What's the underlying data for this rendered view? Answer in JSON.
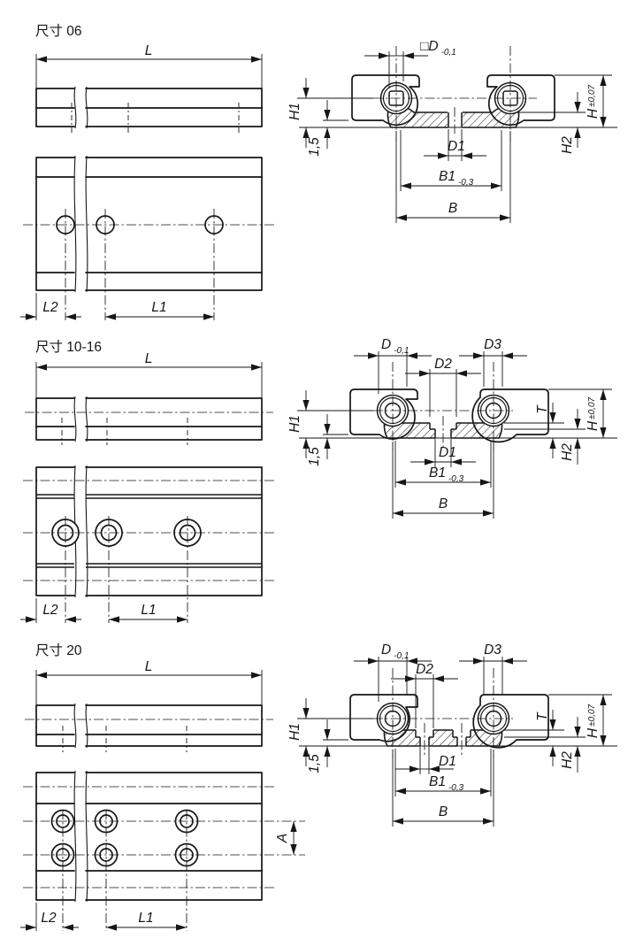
{
  "drawing": {
    "sections": [
      {
        "label": "尺寸 06",
        "dims": {
          "l": "L",
          "l1": "L1",
          "l2": "L2",
          "d": "□D",
          "d_tol": "-0,1",
          "h1": "H1",
          "gap": "1,5",
          "h": "H",
          "h_tol": "±0,07",
          "h2": "H2",
          "d1": "D1",
          "b1": "B1",
          "b1_tol": "-0,3",
          "b": "B"
        }
      },
      {
        "label": "尺寸 10-16",
        "dims": {
          "l": "L",
          "l1": "L1",
          "l2": "L2",
          "d": "D",
          "d_tol": "-0,1",
          "d2": "D2",
          "d3": "D3",
          "t": "T",
          "h1": "H1",
          "gap": "1,5",
          "h": "H",
          "h_tol": "±0,07",
          "h2": "H2",
          "d1": "D1",
          "b1": "B1",
          "b1_tol": "-0,3",
          "b": "B"
        }
      },
      {
        "label": "尺寸 20",
        "dims": {
          "l": "L",
          "l1": "L1",
          "l2": "L2",
          "a": "A",
          "d": "D",
          "d_tol": "-0,1",
          "d2": "D2",
          "d3": "D3",
          "t": "T",
          "h1": "H1",
          "gap": "1,5",
          "h": "H",
          "h_tol": "±0,07",
          "h2": "H2",
          "d1": "D1",
          "b1": "B1",
          "b1_tol": "-0,3",
          "b": "B"
        }
      }
    ]
  }
}
